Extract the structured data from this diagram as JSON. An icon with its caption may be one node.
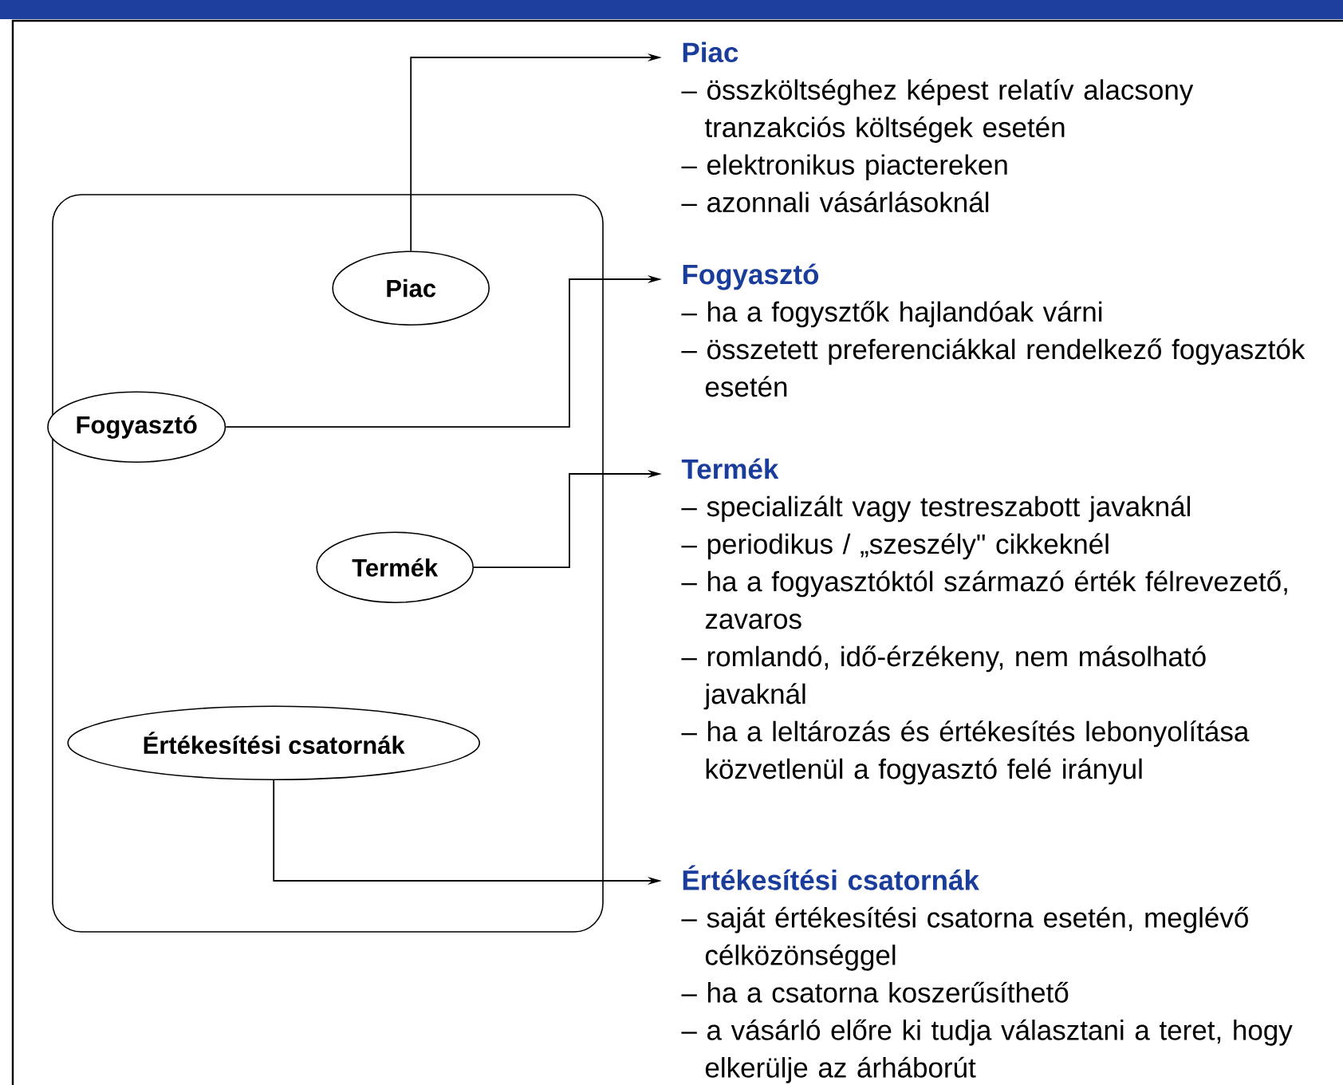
{
  "diagram": {
    "nodes": [
      {
        "text": [],
        "shape": "box"
      },
      {
        "text": [
          "Piac"
        ],
        "in": 0
      },
      {
        "text": [
          "Fogyasztó"
        ],
        "in": 0
      },
      {
        "text": [
          "Termék"
        ],
        "in": 0
      },
      {
        "text": [
          "Értékesítési csatornák"
        ],
        "in": 0
      },
      {
        "text": [
          "Piac",
          "– összköltséghez képest relatív alacsony tranzakciós költségek esetén",
          "– elektronikus piactereken",
          "– azonnali vásárlásoknál"
        ]
      },
      {
        "text": [
          "Fogyasztó",
          "– ha a fogysztők hajlandóak várni",
          "– összetett preferenciákkal rendelkező fogyasztók esetén"
        ]
      },
      {
        "text": [
          "Termék",
          "– specializált vagy testreszabott javaknál",
          "– periodikus / „szeszély\" cikkeknél",
          "– ha a fogyasztóktól származó érték félrevezető, zavaros",
          "– romlandó, idő-érzékeny, nem másolható javaknál",
          "– ha a leltározás és értékesítés lebonyolítása közvetlenül a fogyasztó felé irányul"
        ]
      },
      {
        "text": [
          "Értékesítési csatornák",
          "– saját értékesítési csatorna esetén, meglévő célközönséggel",
          "– ha a csatorna koszerűsíthető",
          "– a vásárló előre ki tudja választani a teret, hogy elkerülje az árháborút"
        ]
      }
    ],
    "edges": [
      {
        "from": 1,
        "to": 5,
        "arrow": "to"
      },
      {
        "from": 2,
        "to": 6,
        "arrow": "to"
      },
      {
        "from": 3,
        "to": 7,
        "arrow": "to"
      },
      {
        "from": 4,
        "to": 8,
        "arrow": "to"
      }
    ]
  }
}
